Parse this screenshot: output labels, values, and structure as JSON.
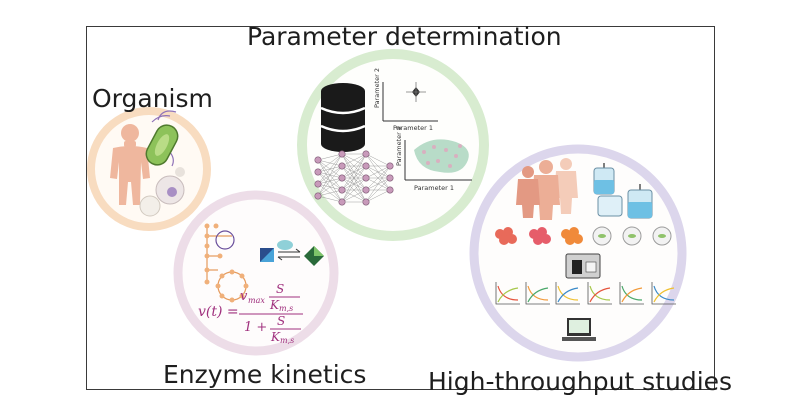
{
  "labels": {
    "parameter": "Parameter determination",
    "organism": "Organism",
    "enzyme": "Enzyme kinetics",
    "highthroughput": "High-throughput studies"
  },
  "plots": {
    "p1_y": "Parameter 2",
    "p1_x": "Parameter 1",
    "p2_y": "Parameter 2",
    "p2_x": "Parameter 1"
  },
  "equation": {
    "lhs": "v(t) =",
    "vmax": "v",
    "vmax_sub": "max",
    "S": "S",
    "Kms": "K",
    "Kms_sub": "m,s",
    "one_plus": "1 +",
    "S2": "S",
    "Kms2": "K",
    "Kms2_sub": "m,s"
  },
  "colors": {
    "organism_ring": "#f8dcc0",
    "enzyme_ring": "#eddde8",
    "param_ring": "#d8ecd0",
    "ht_ring": "#dcd6ec",
    "equation": "#a0307e"
  }
}
